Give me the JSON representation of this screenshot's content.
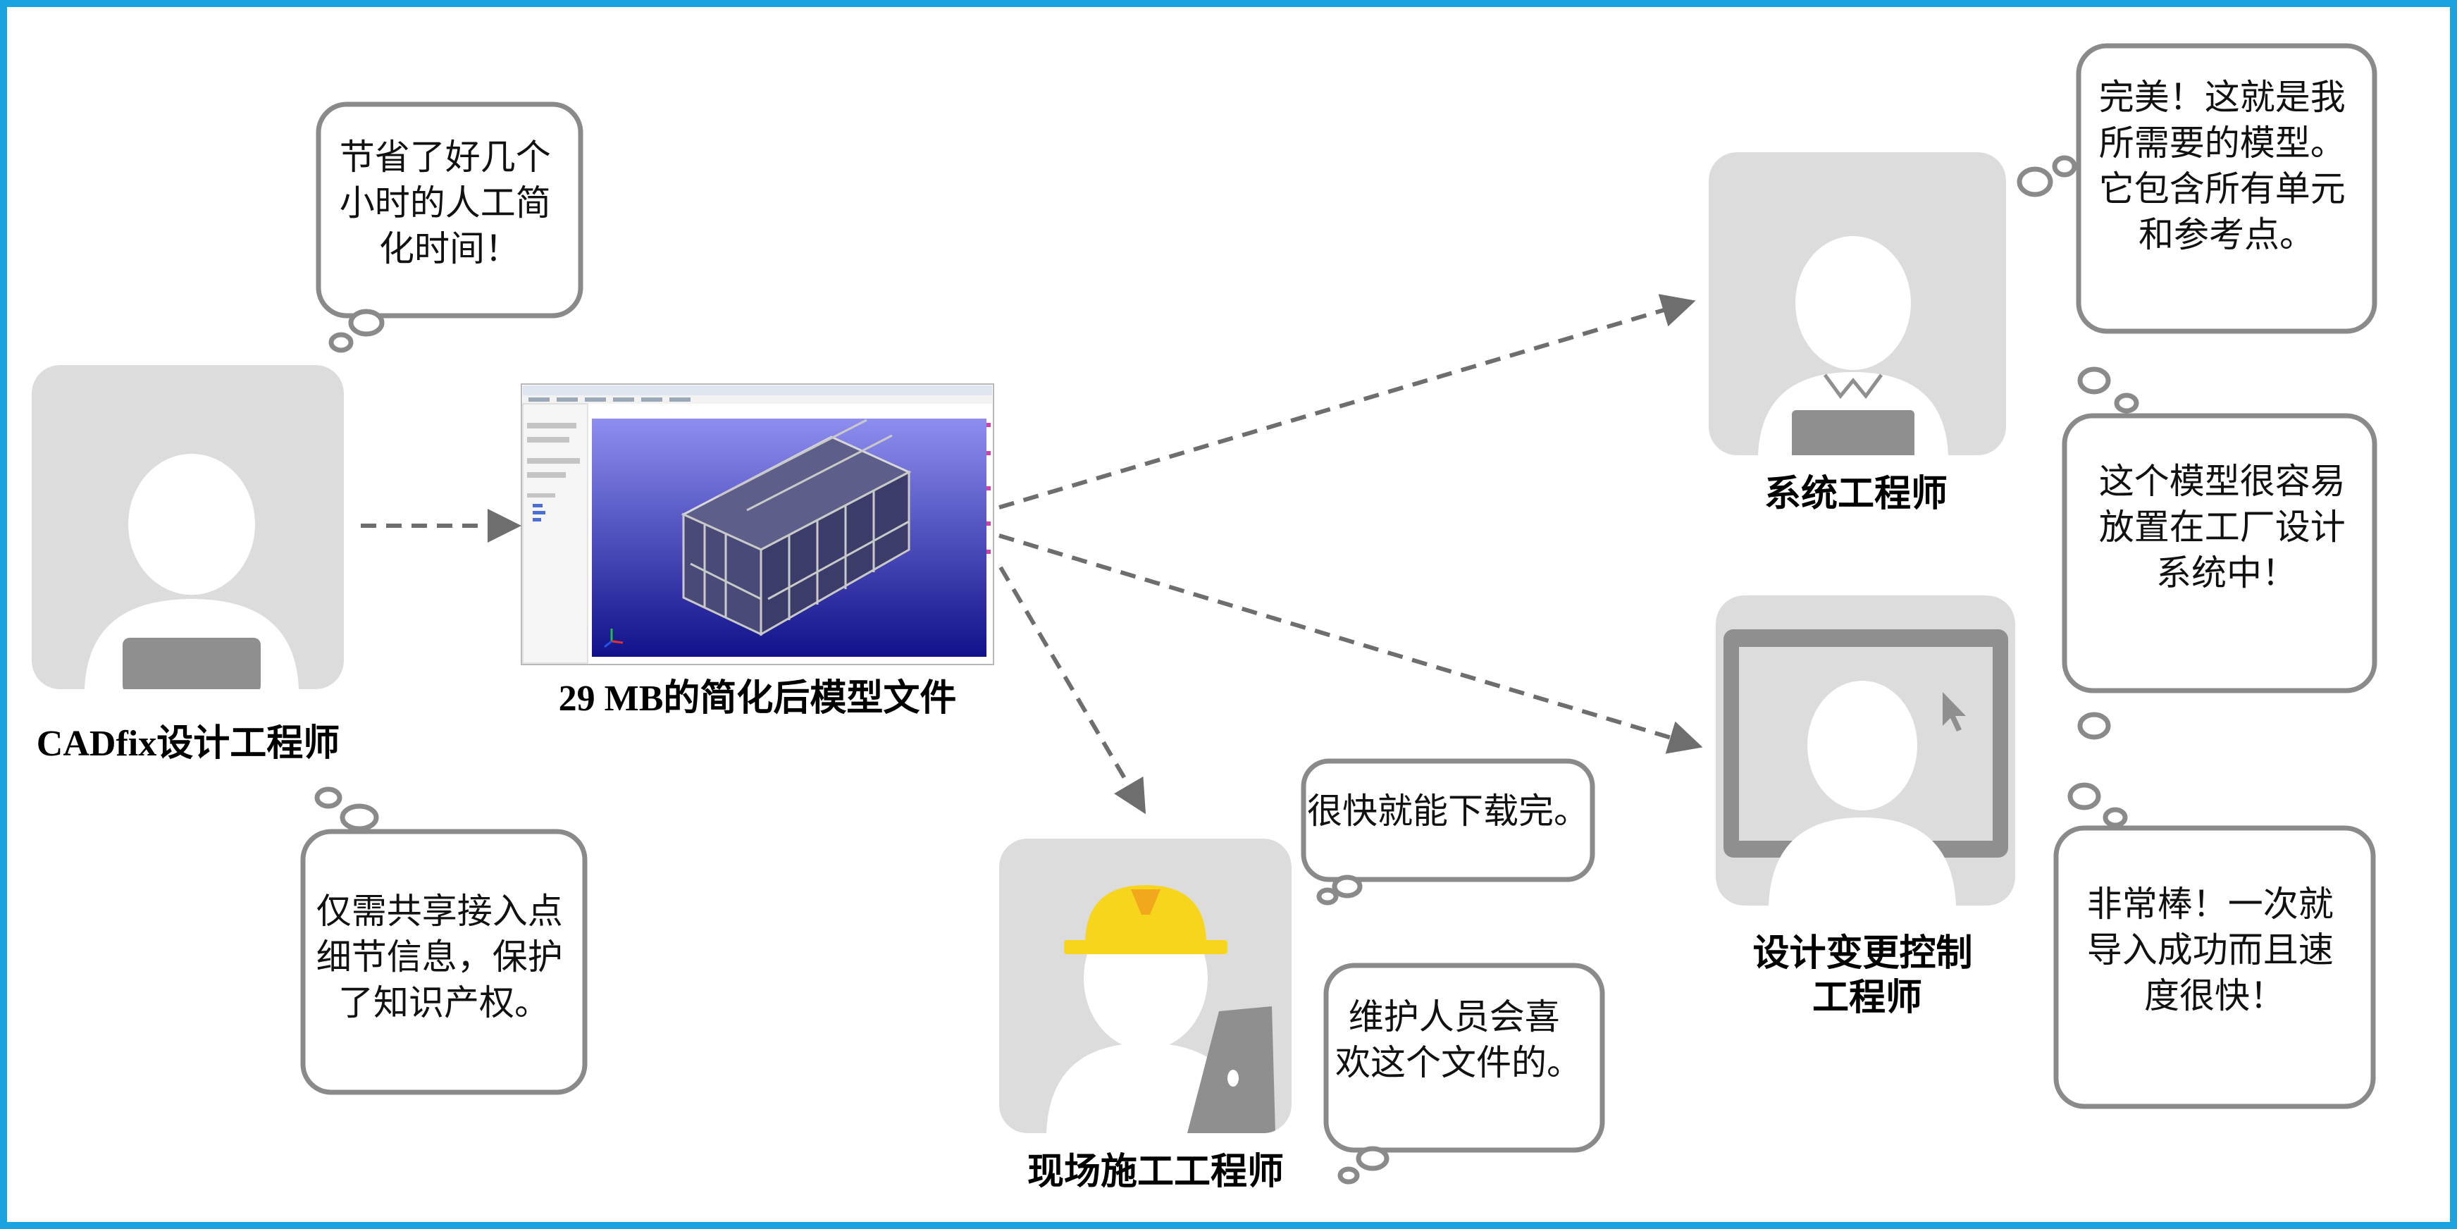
{
  "roles": {
    "designer": "CADfix设计工程师",
    "systems": "系统工程师",
    "design_change": [
      "设计变更控制",
      "工程师"
    ],
    "site": "现场施工工程师"
  },
  "model_caption": "29 MB的简化后模型文件",
  "bubbles": {
    "designer_top": [
      "节省了好几个",
      "小时的人工简",
      "化时间！"
    ],
    "designer_bottom": [
      "仅需共享接入点",
      "细节信息，保护",
      "了知识产权。"
    ],
    "systems": [
      "完美！这就是我",
      "所需要的模型。",
      "它包含所有单元",
      "和参考点。"
    ],
    "layout": [
      "这个模型很容易",
      "放置在工厂设计",
      "系统中！"
    ],
    "import": [
      "非常棒！一次就",
      "导入成功而且速",
      "度很快！"
    ],
    "download": [
      "很快就能下载完。"
    ],
    "maintenance": [
      "维护人员会喜",
      "欢这个文件的。"
    ]
  },
  "colors": {
    "frame_border": "#1ba3e0",
    "avatar_bg": "#dcdcdc",
    "figure_grey": "#8f8f8f",
    "helmet_yellow": "#f7d51d",
    "viewport_top": "#8e8ef0",
    "viewport_bottom": "#11118a"
  },
  "icons": [
    "engineer-avatar-icon",
    "hard-hat-icon",
    "monitor-icon",
    "mouse-cursor-icon",
    "tablet-icon",
    "speech-bubble-icon",
    "dashed-arrow-icon"
  ]
}
